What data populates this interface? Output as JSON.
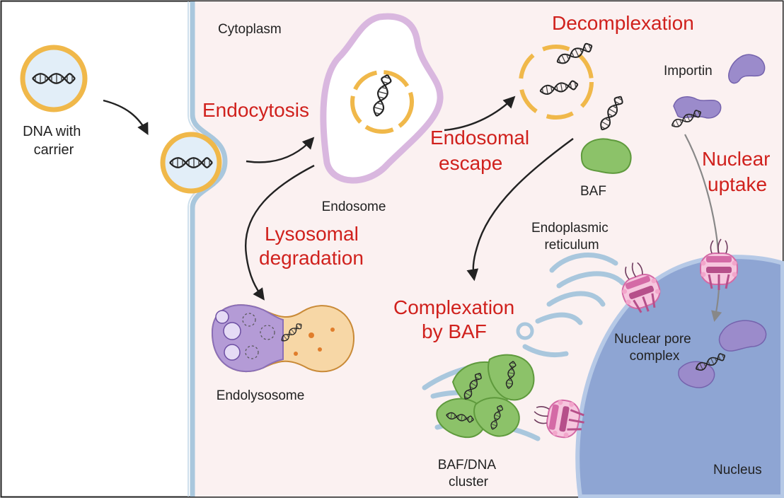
{
  "labels": {
    "cytoplasm": "Cytoplasm",
    "dna_with_carrier": [
      "DNA with",
      "carrier"
    ],
    "endocytosis": "Endocytosis",
    "endosome": "Endosome",
    "lysosomal_degradation": [
      "Lysosomal",
      "degradation"
    ],
    "endolysosome": "Endolysosome",
    "decomplexation": "Decomplexation",
    "endosomal_escape": [
      "Endosomal",
      "escape"
    ],
    "importin": "Importin",
    "baf": "BAF",
    "nuclear_uptake": [
      "Nuclear",
      "uptake"
    ],
    "endoplasmic_reticulum": [
      "Endoplasmic",
      "reticulum"
    ],
    "complexation_by_baf": [
      "Complexation",
      "by BAF"
    ],
    "nuclear_pore_complex": [
      "Nuclear pore",
      "complex"
    ],
    "baf_dna_cluster": [
      "BAF/DNA",
      "cluster"
    ],
    "nucleus": "Nucleus"
  },
  "colors": {
    "cell_background": "#fbf1f1",
    "membrane": "#a9c7dd",
    "carrier_ring": "#f0b84a",
    "endosome_membrane": "#d9b7df",
    "nucleus": "#8ea5d3",
    "baf": "#8cc269",
    "importin": "#9b8bcb",
    "nuclear_pore": "#d46aa6",
    "process_label": "#d0211d"
  },
  "icons": [
    "dna-helix-icon",
    "arrow-icon"
  ]
}
